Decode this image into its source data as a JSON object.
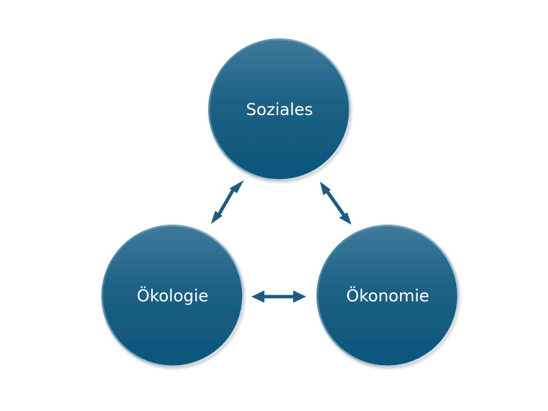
{
  "diagram": {
    "nodes": {
      "top": {
        "label": "Soziales"
      },
      "left": {
        "label": "Ökologie"
      },
      "right": {
        "label": "Ökonomie"
      }
    },
    "connections": [
      {
        "from": "top",
        "to": "left",
        "type": "bidirectional"
      },
      {
        "from": "top",
        "to": "right",
        "type": "bidirectional"
      },
      {
        "from": "left",
        "to": "right",
        "type": "bidirectional"
      }
    ],
    "colors": {
      "circle_top": "#3f7a9c",
      "circle_mid": "#1d6184",
      "circle_bottom": "#0b5479",
      "circle_rim": "#dfeaf1",
      "arrow": "#1f5b7e",
      "label": "#ffffff"
    }
  }
}
